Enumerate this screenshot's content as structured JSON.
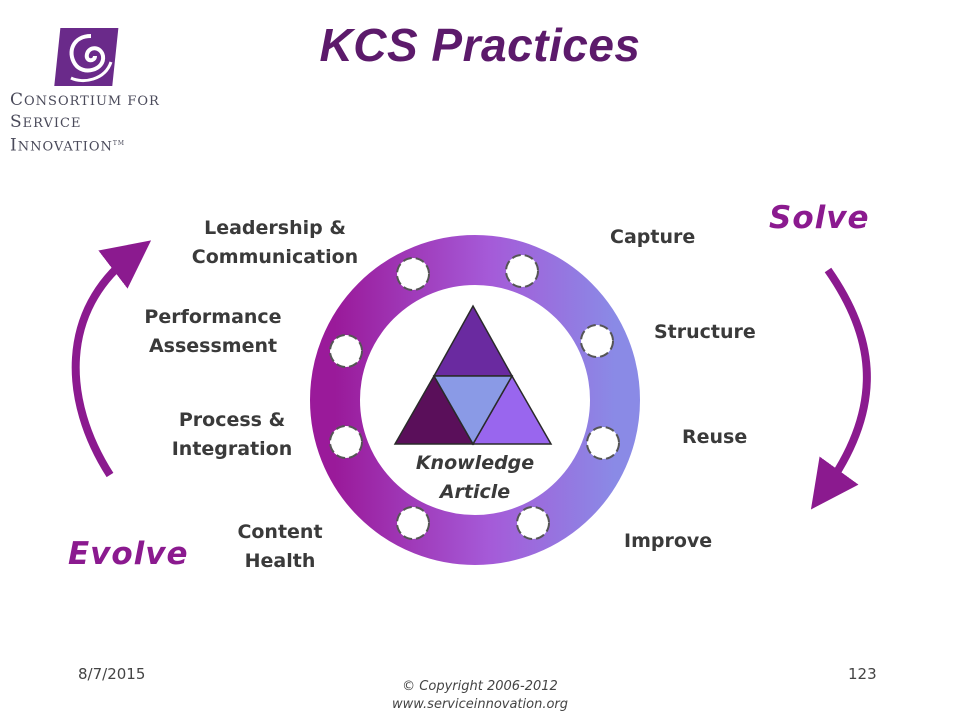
{
  "title": "KCS Practices",
  "logo": {
    "line1_cap": "C",
    "line1_rest": "ONSORTIUM FOR",
    "line2_cap1": "S",
    "line2_rest1": "ERVICE ",
    "line2_cap2": "I",
    "line2_rest2": "NNOVATION",
    "tm": "TM"
  },
  "loops": {
    "solve": "Solve",
    "evolve": "Evolve"
  },
  "center_label": {
    "line1": "Knowledge",
    "line2": "Article"
  },
  "practices": {
    "leadership": {
      "line1": "Leadership &",
      "line2": "Communication"
    },
    "performance": {
      "line1": "Performance",
      "line2": "Assessment"
    },
    "process": {
      "line1": "Process &",
      "line2": "Integration"
    },
    "content_health": {
      "line1": "Content",
      "line2": "Health"
    },
    "capture": "Capture",
    "structure": "Structure",
    "reuse": "Reuse",
    "improve": "Improve"
  },
  "footer": {
    "date": "8/7/2015",
    "page": "123",
    "copyright": "© Copyright 2006-2012",
    "url": "www.serviceinnovation.org"
  },
  "colors": {
    "title": "#5c1a6b",
    "ring_left": "#9a1a9a",
    "ring_right": "#8a8ae6",
    "arrow": "#8b1a8f"
  },
  "icons": [
    "kcs-logo-icon",
    "cycle-node-icon",
    "triangle-icon",
    "arrow-icon"
  ]
}
